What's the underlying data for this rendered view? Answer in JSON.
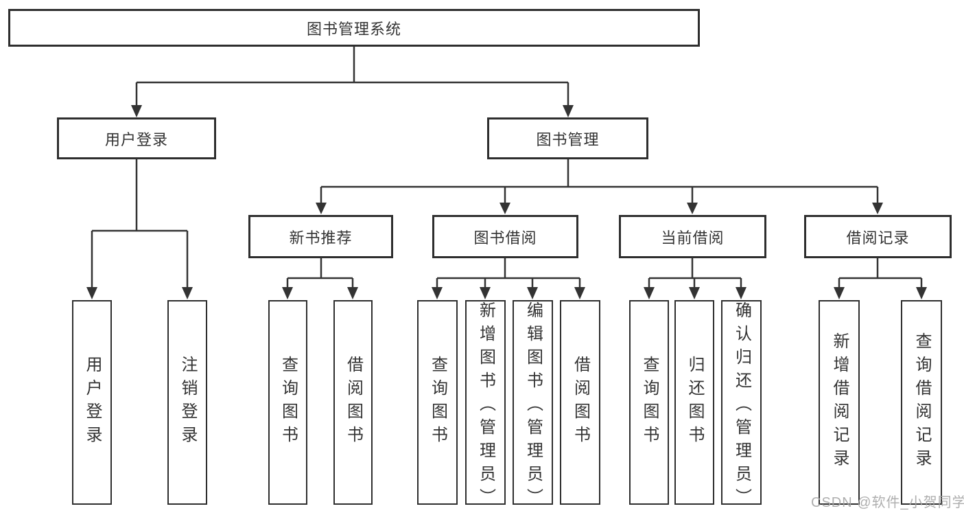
{
  "diagram": {
    "root": "图书管理系统",
    "user_login": {
      "label": "用户登录",
      "children": {
        "login": "用户登录",
        "logout": "注销登录"
      }
    },
    "book_mgmt": {
      "label": "图书管理",
      "sections": {
        "new_book_rec": {
          "label": "新书推荐",
          "children": {
            "query": "查询图书",
            "borrow": "借阅图书"
          }
        },
        "book_borrow": {
          "label": "图书借阅",
          "children": {
            "query": "查询图书",
            "add": "新增图书（管理员）",
            "edit": "编辑图书（管理员）",
            "borrow": "借阅图书"
          }
        },
        "current_borrow": {
          "label": "当前借阅",
          "children": {
            "query": "查询图书",
            "return": "归还图书",
            "confirm": "确认归还（管理员）"
          }
        },
        "borrow_records": {
          "label": "借阅记录",
          "children": {
            "add": "新增借阅记录",
            "query": "查询借阅记录"
          }
        }
      }
    }
  },
  "watermark": "CSDN @软件_小贺同学",
  "colors": {
    "background": "#ffffff",
    "box_border": "#2e2e2e",
    "line": "#333333",
    "text": "#333333",
    "watermark": "#a5a5a5"
  }
}
